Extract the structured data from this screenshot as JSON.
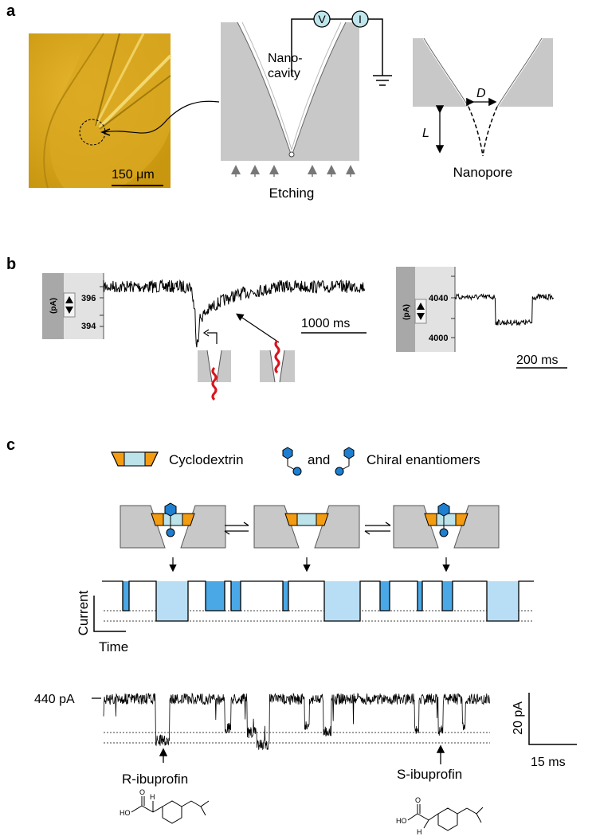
{
  "panel_a": {
    "label": "a",
    "scale_bar": "150 μm",
    "nanocavity_line1": "Nano-",
    "nanocavity_line2": "cavity",
    "meter_v": "V",
    "meter_i": "I",
    "etching": "Etching",
    "d_label": "D",
    "l_label": "L",
    "nanopore": "Nanopore"
  },
  "panel_b": {
    "label": "b",
    "left_unit": "(pA)",
    "left_tick_high": "396",
    "left_tick_low": "394",
    "left_scale": "1000 ms",
    "right_unit": "(pA)",
    "right_tick_high": "4040",
    "right_tick_low": "4000",
    "right_scale": "200 ms"
  },
  "panel_c": {
    "label": "c",
    "legend_cyclodextrin": "Cyclodextrin",
    "legend_and": "and",
    "legend_enantiomers": "Chiral enantiomers",
    "y_axis": "Current",
    "x_axis": "Time",
    "trace_level": "440 pA",
    "r_label": "R-ibuprofin",
    "s_label": "S-ibuprofin",
    "scale_y": "20 pA",
    "scale_x": "15 ms",
    "struct_ho_r": "HO",
    "struct_o_r": "O",
    "struct_h_r": "H",
    "struct_ho_s": "HO",
    "struct_o_s": "O",
    "struct_h_s": "H"
  },
  "colors": {
    "cyclodextrin_orange": "#f39c12",
    "cyclodextrin_core": "#bde3ea",
    "enantiomer_blue": "#1e7fd0",
    "block_light": "#b8def5",
    "block_dark": "#4aa8e6",
    "substrate_gray": "#c8c8c8",
    "micrograph_gold": "#d8a414"
  }
}
